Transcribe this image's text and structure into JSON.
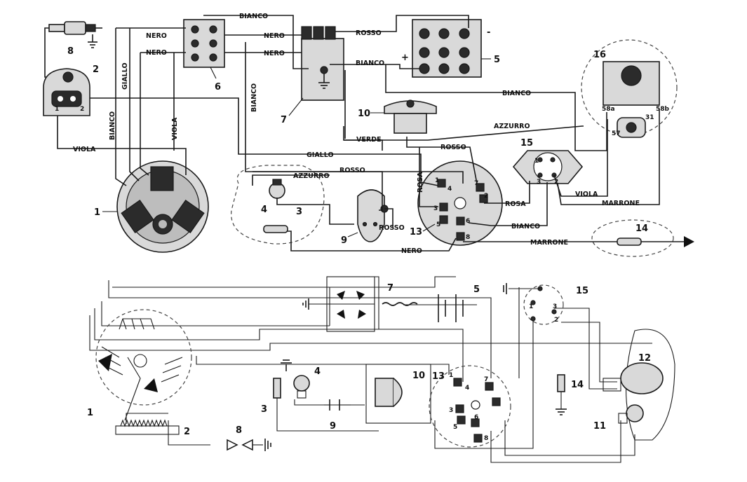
{
  "upper": {
    "wire_labels": {
      "bianco_top": "BIANCO",
      "nero_1": "NERO",
      "nero_2": "NERO",
      "nero_3": "NERO",
      "nero_4": "NERO",
      "rosso_top": "ROSSO",
      "bianco_coil": "BIANCO",
      "bianco_right": "BIANCO",
      "giallo_v": "GIALLO",
      "bianco_v1": "BIANCO",
      "bianco_v2": "BIANCO",
      "viola_v": "VIOLA",
      "viola_h": "VIOLA",
      "verde": "VERDE",
      "azzurro_h": "AZZURRO",
      "giallo_h": "GIALLO",
      "rosso_h": "ROSSO",
      "rosso_sw": "ROSSO",
      "azzurro_lamp": "AZZURRO",
      "rosa_v": "ROSA",
      "rosa_h": "ROSA",
      "rosso_9": "ROSSO",
      "nero_bottom": "NERO",
      "bianco_15": "BIANCO",
      "marrone_14": "MARRONE",
      "viola_15": "VIOLA",
      "marrone_16": "MARRONE"
    },
    "numbers": {
      "n1": "1",
      "n2": "2",
      "n3": "3",
      "n4": "4",
      "n5": "5",
      "n6": "6",
      "n7": "7",
      "n8": "8",
      "n9": "9",
      "n10": "10",
      "n13": "13",
      "n14": "14",
      "n15": "15",
      "n16": "16"
    },
    "terminals": {
      "t58a": "58a",
      "t58b": "58b",
      "t31": "31",
      "t57": "57",
      "plus": "+",
      "minus": "-",
      "sw1": "1",
      "sw2": "2",
      "sw3": "3",
      "sw4": "4",
      "sw5": "5",
      "sw6": "6",
      "sw7": "7",
      "sw8": "8",
      "k1": "1",
      "k2": "2",
      "k3": "3",
      "mag2": "2",
      "mag1": "1"
    }
  },
  "lower": {
    "numbers": {
      "n1": "1",
      "n2": "2",
      "n3": "3",
      "n4": "4",
      "n5": "5",
      "n7": "7",
      "n8": "8",
      "n9": "9",
      "n10": "10",
      "n11": "11",
      "n12": "12",
      "n13": "13",
      "n14": "14",
      "n15": "15"
    },
    "terminals": {
      "sw1": "1",
      "sw3": "3",
      "sw4": "4",
      "sw5": "5",
      "sw6": "6",
      "sw7": "7",
      "sw8": "8",
      "k1": "1",
      "k2": "2",
      "k3": "3"
    }
  }
}
